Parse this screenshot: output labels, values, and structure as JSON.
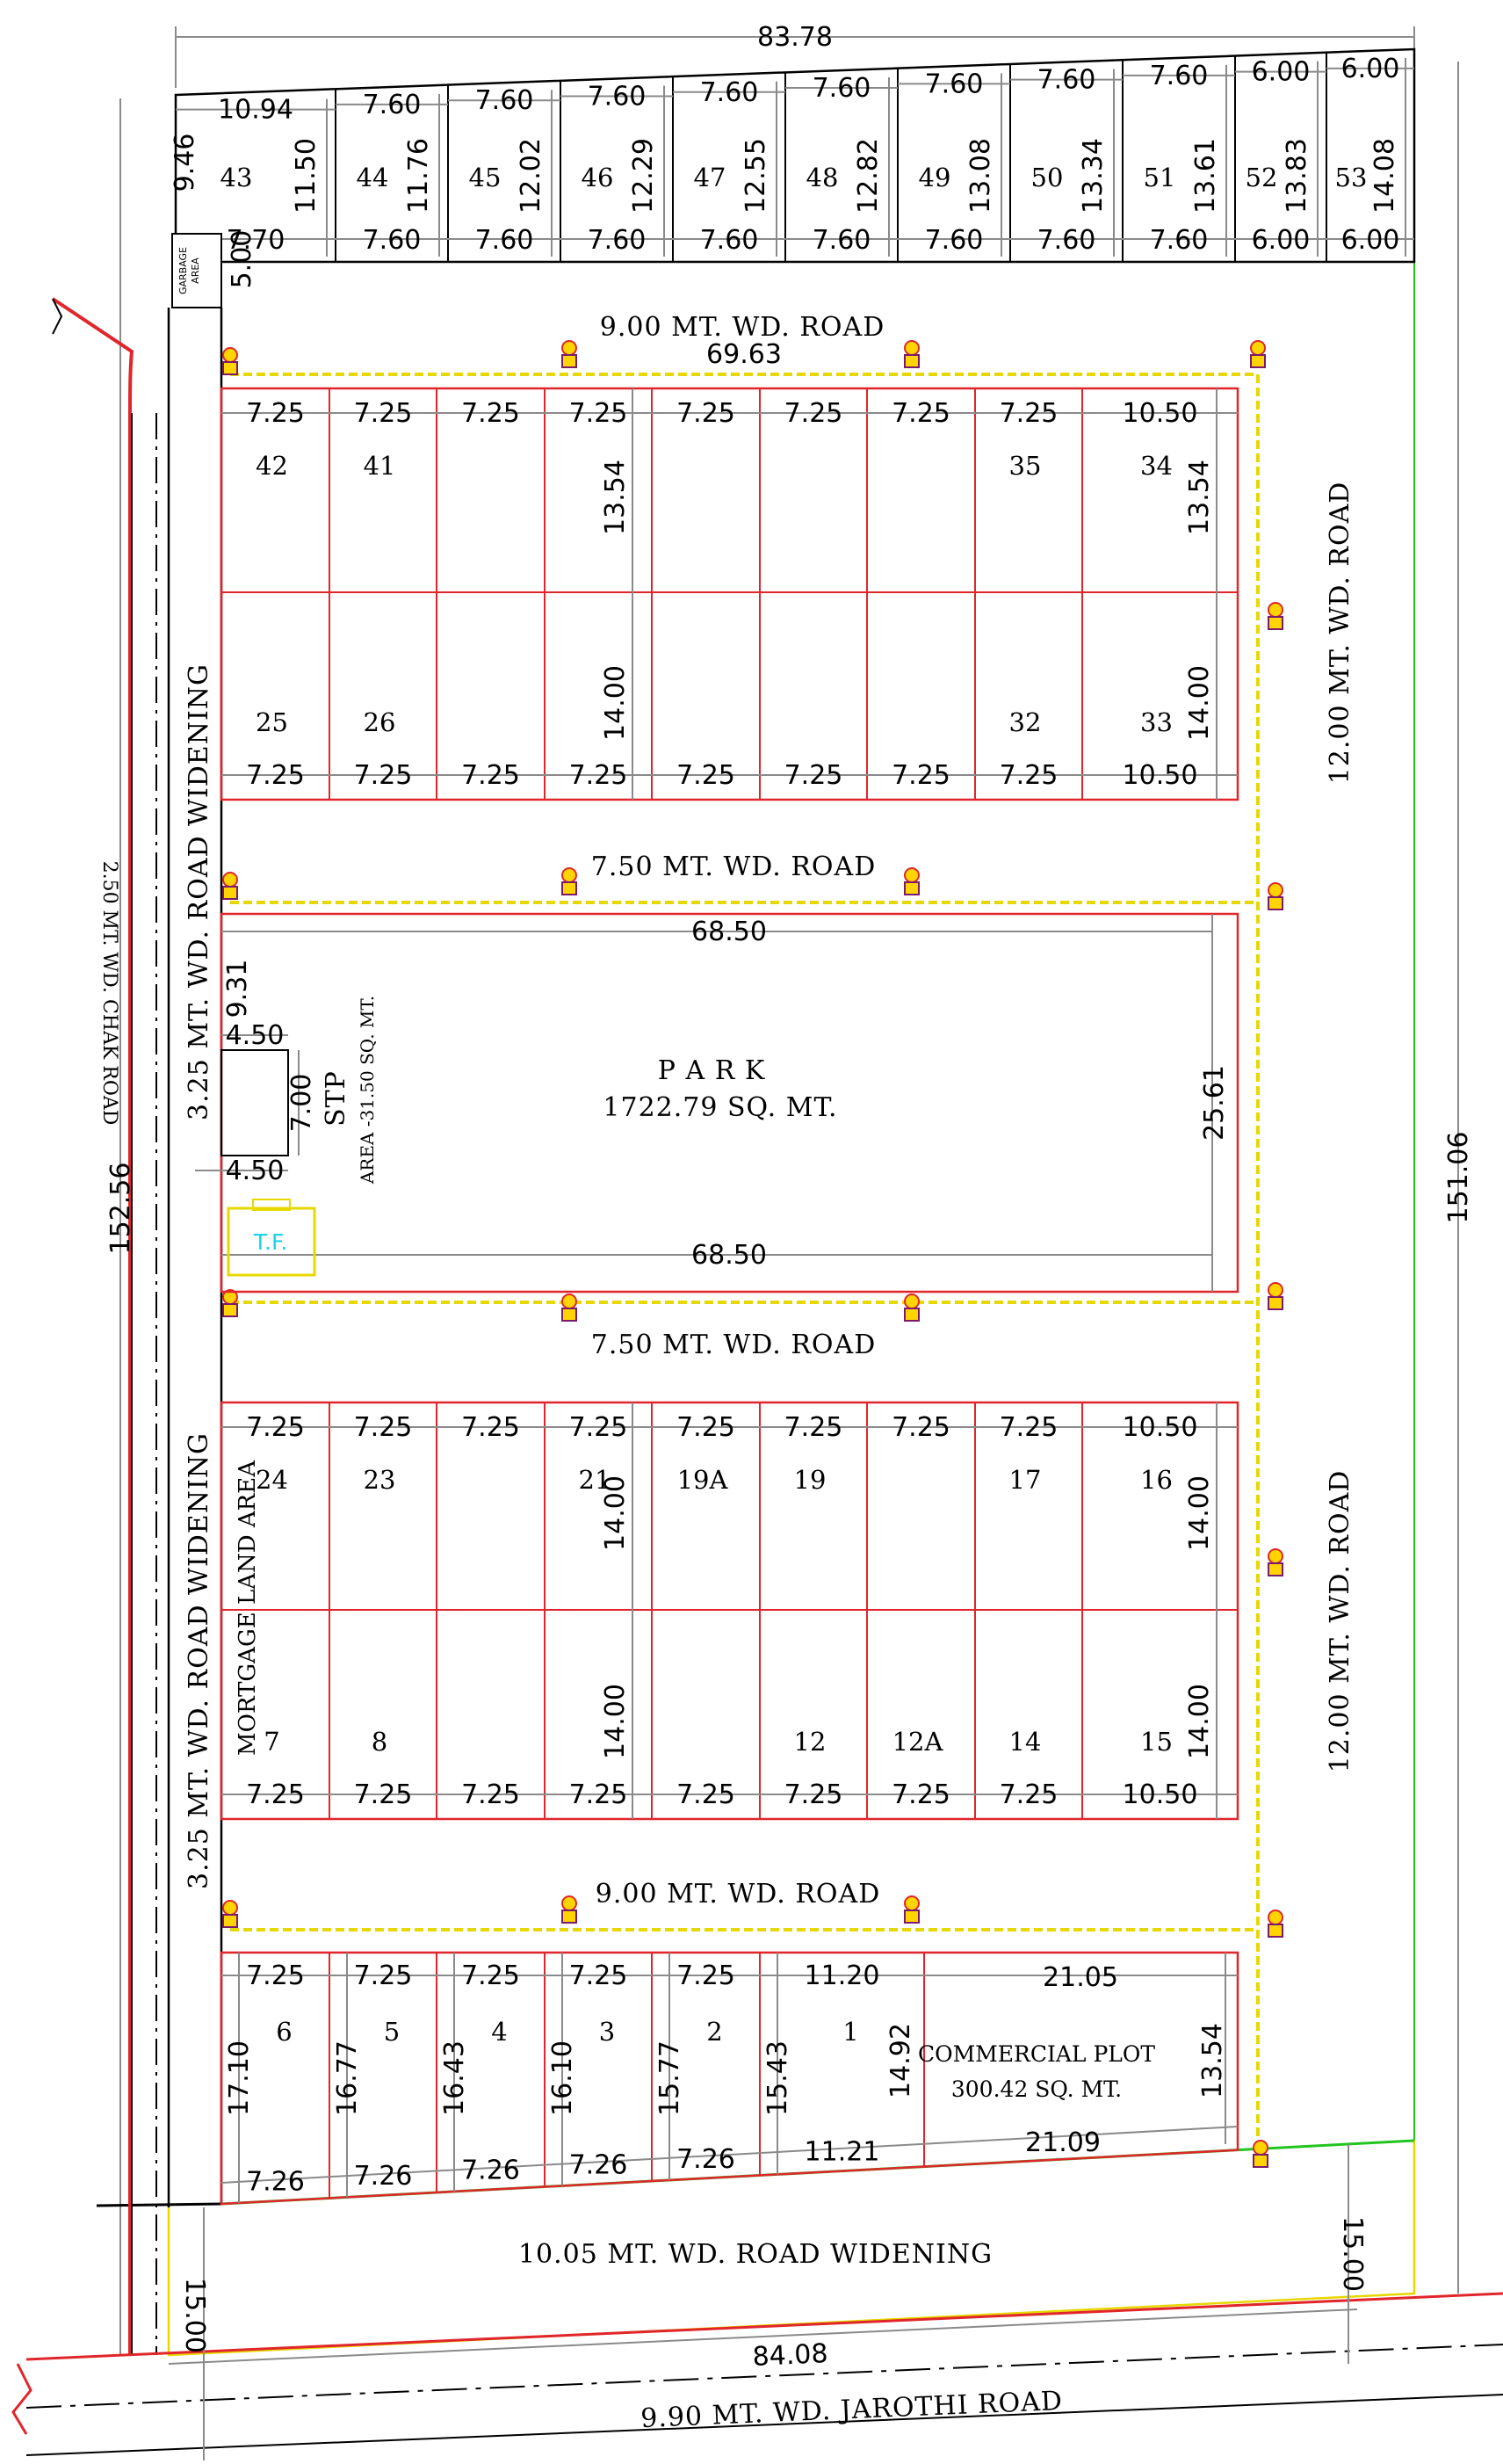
{
  "top_width": "83.78",
  "left_length": "152.56",
  "right_length": "151.06",
  "bottom_width": "84.08",
  "right_setback": "15.00",
  "left_setback": "15.00",
  "roads": {
    "road_9_top": "9.00 MT. WD. ROAD",
    "road_75_a": "7.50 MT. WD. ROAD",
    "road_75_b": "7.50 MT. WD. ROAD",
    "road_9_bottom": "9.00 MT. WD. ROAD",
    "road_12_a": "12.00 MT. WD. ROAD",
    "road_12_b": "12.00 MT. WD. ROAD",
    "widening_a": "3.25 MT. WD. ROAD WIDENING",
    "widening_b": "3.25 MT. WD. ROAD WIDENING",
    "bottom_widening": "10.05 MT. WD. ROAD WIDENING",
    "chak_road": "2.50 MT. WD. CHAK ROAD",
    "jarothi_road": "9.90 MT. WD. JAROTHI ROAD"
  },
  "garbage_label": [
    "GARBAGE",
    "AREA"
  ],
  "garbage_dim": "5.00",
  "top_row": {
    "left_depth": "9.46",
    "plots": [
      {
        "no": "43",
        "front": "10.94",
        "back": "7.70",
        "depth": "11.50"
      },
      {
        "no": "44",
        "front": "7.60",
        "back": "7.60",
        "depth": "11.76"
      },
      {
        "no": "45",
        "front": "7.60",
        "back": "7.60",
        "depth": "12.02"
      },
      {
        "no": "46",
        "front": "7.60",
        "back": "7.60",
        "depth": "12.29"
      },
      {
        "no": "47",
        "front": "7.60",
        "back": "7.60",
        "depth": "12.55"
      },
      {
        "no": "48",
        "front": "7.60",
        "back": "7.60",
        "depth": "12.82"
      },
      {
        "no": "49",
        "front": "7.60",
        "back": "7.60",
        "depth": "13.08"
      },
      {
        "no": "50",
        "front": "7.60",
        "back": "7.60",
        "depth": "13.34"
      },
      {
        "no": "51",
        "front": "7.60",
        "back": "7.60",
        "depth": "13.61"
      },
      {
        "no": "52",
        "front": "6.00",
        "back": "6.00",
        "depth": "13.83"
      },
      {
        "no": "53",
        "front": "6.00",
        "back": "6.00",
        "depth": "14.08"
      }
    ]
  },
  "block_a": {
    "overall": "69.63",
    "widths": [
      "7.25",
      "7.25",
      "7.25",
      "7.25",
      "7.25",
      "7.25",
      "7.25",
      "7.25",
      "10.50"
    ],
    "depth_top": "13.54",
    "depth_bottom": "14.00",
    "top_labels": [
      "42",
      "41",
      "",
      "",
      "",
      "",
      "",
      "35",
      "34"
    ],
    "bottom_labels": [
      "25",
      "26",
      "",
      "",
      "",
      "",
      "",
      "32",
      "33"
    ]
  },
  "park": {
    "label": "P A R K",
    "area": "1722.79 SQ. MT.",
    "width_top": "68.50",
    "width_bottom": "68.50",
    "height": "25.61",
    "setback": "9.31"
  },
  "stp": {
    "label": "STP",
    "area": "AREA -31.50 SQ. MT.",
    "w_top": "4.50",
    "w_bottom": "4.50",
    "h": "7.00"
  },
  "tf_label": "T.F.",
  "block_b": {
    "widths": [
      "7.25",
      "7.25",
      "7.25",
      "7.25",
      "7.25",
      "7.25",
      "7.25",
      "7.25",
      "10.50"
    ],
    "depth_top": "14.00",
    "depth_bottom": "14.00",
    "top_labels": [
      "24",
      "23",
      "",
      "21",
      "19A",
      "19",
      "",
      "17",
      "16"
    ],
    "bottom_labels": [
      "7",
      "8",
      "",
      "",
      "",
      "12",
      "12A",
      "14",
      "15"
    ],
    "mortgage": "MORTGAGE LAND AREA"
  },
  "block_c": {
    "plots": [
      {
        "no": "6",
        "front": "7.25",
        "back": "7.26",
        "depth": "17.10"
      },
      {
        "no": "5",
        "front": "7.25",
        "back": "7.26",
        "depth": "16.77"
      },
      {
        "no": "4",
        "front": "7.25",
        "back": "7.26",
        "depth": "16.43"
      },
      {
        "no": "3",
        "front": "7.25",
        "back": "7.26",
        "depth": "16.10"
      },
      {
        "no": "2",
        "front": "7.25",
        "back": "7.26",
        "depth": "15.77"
      },
      {
        "no": "1",
        "front": "11.20",
        "back": "11.21",
        "depth": "15.43"
      }
    ],
    "plot1_right_depth": "14.92",
    "commercial": {
      "label": "COMMERCIAL PLOT",
      "area": "300.42 SQ. MT.",
      "front": "21.05",
      "back": "21.09",
      "depth": "13.54"
    }
  },
  "colors": {
    "plot_line": "#e0262b",
    "road_edge": "#e6d800",
    "boundary_green": "#22c41e",
    "dim": "#8a8a8a",
    "outline": "#000000",
    "tf": "#19d3e6"
  }
}
